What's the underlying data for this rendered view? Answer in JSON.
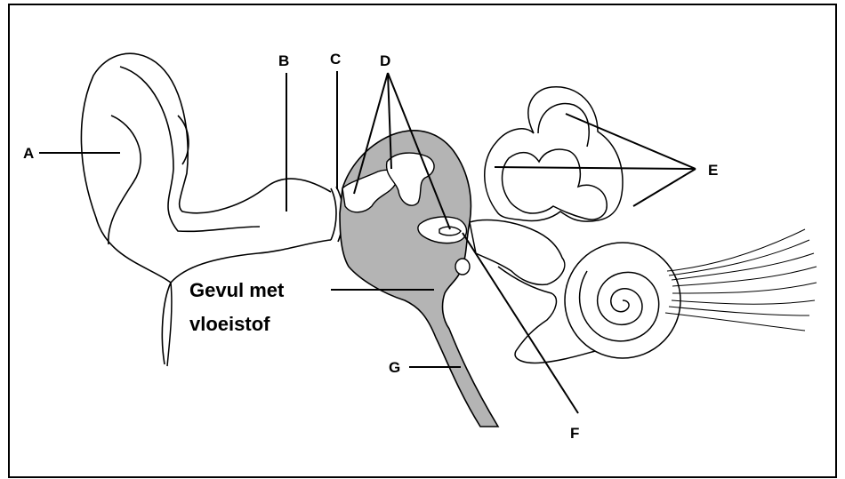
{
  "diagram": {
    "labels": {
      "A": "A",
      "B": "B",
      "C": "C",
      "D": "D",
      "E": "E",
      "F": "F",
      "G": "G"
    },
    "fluid_note": {
      "line1": "Gevul met",
      "line2": "vloeistof"
    },
    "colors": {
      "fluid_fill": "#b4b4b4",
      "outline": "#000000",
      "background": "#ffffff"
    }
  }
}
